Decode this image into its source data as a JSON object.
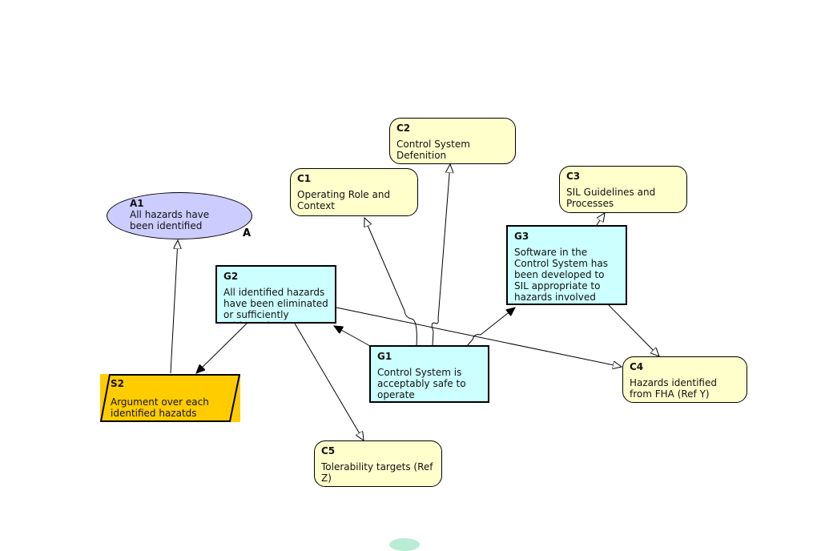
{
  "nodes": {
    "c1": {
      "id": "C1",
      "text": "Operating Role and Context"
    },
    "c2": {
      "id": "C2",
      "text": "Control System Defenition"
    },
    "c3": {
      "id": "C3",
      "text": "SIL Guidelines and Processes"
    },
    "c4": {
      "id": "C4",
      "text": "Hazards identified from FHA (Ref Y)"
    },
    "c5": {
      "id": "C5",
      "text": "Tolerability targets (Ref Z)"
    },
    "a1": {
      "id": "A1",
      "text": "All hazards have been identified",
      "badge": "A"
    },
    "g1": {
      "id": "G1",
      "text": "Control System is acceptably safe to operate"
    },
    "g2": {
      "id": "G2",
      "text": "All identified hazards have been eliminated or sufficiently mitigated"
    },
    "g3": {
      "id": "G3",
      "text": "Software in the Control System has been developed to SIL appropriate to hazards involved"
    },
    "s2": {
      "id": "S2",
      "text": "Argument over each identified hazatds"
    }
  },
  "colors": {
    "context": "#ffffcc",
    "goal": "#ccffff",
    "assumption": "#ccccff",
    "strategy": "#ffcc00"
  }
}
